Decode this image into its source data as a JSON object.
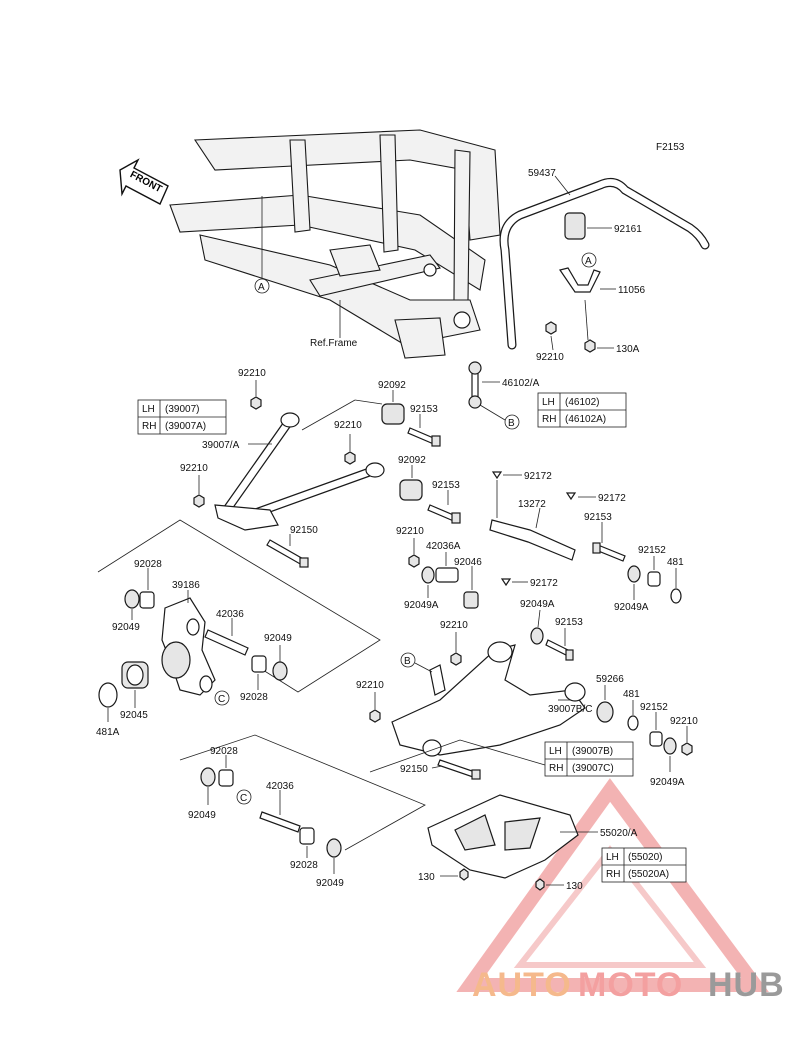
{
  "figure_code": "F2153",
  "front_label": "FRONT",
  "ref_frame_label": "Ref.Frame",
  "callouts": {
    "A": "A",
    "B": "B",
    "C": "C"
  },
  "part_labels": [
    {
      "id": "59437",
      "text": "59437"
    },
    {
      "id": "92161",
      "text": "92161"
    },
    {
      "id": "11056",
      "text": "11056"
    },
    {
      "id": "130A",
      "text": "130A"
    },
    {
      "id": "92210_sb",
      "text": "92210"
    },
    {
      "id": "46102A_link",
      "text": "46102/A"
    },
    {
      "id": "92210_a",
      "text": "92210"
    },
    {
      "id": "92092_a",
      "text": "92092"
    },
    {
      "id": "92153_a",
      "text": "92153"
    },
    {
      "id": "39007A_arm",
      "text": "39007/A"
    },
    {
      "id": "92210_b",
      "text": "92210"
    },
    {
      "id": "92092_b",
      "text": "92092"
    },
    {
      "id": "92210_c",
      "text": "92210"
    },
    {
      "id": "92153_b",
      "text": "92153"
    },
    {
      "id": "92172_a",
      "text": "92172"
    },
    {
      "id": "92172_b",
      "text": "92172"
    },
    {
      "id": "13272",
      "text": "13272"
    },
    {
      "id": "92150_a",
      "text": "92150"
    },
    {
      "id": "92153_c",
      "text": "92153"
    },
    {
      "id": "92210_d",
      "text": "92210"
    },
    {
      "id": "42036A",
      "text": "42036A"
    },
    {
      "id": "92046",
      "text": "92046"
    },
    {
      "id": "92152_a",
      "text": "92152"
    },
    {
      "id": "481_a",
      "text": "481"
    },
    {
      "id": "92049A_a",
      "text": "92049A"
    },
    {
      "id": "92172_c",
      "text": "92172"
    },
    {
      "id": "92049A_b",
      "text": "92049A"
    },
    {
      "id": "92049A_c",
      "text": "92049A"
    },
    {
      "id": "92153_d",
      "text": "92153"
    },
    {
      "id": "92210_e",
      "text": "92210"
    },
    {
      "id": "92028_a",
      "text": "92028"
    },
    {
      "id": "39186",
      "text": "39186"
    },
    {
      "id": "92049_a",
      "text": "92049"
    },
    {
      "id": "42036_a",
      "text": "42036"
    },
    {
      "id": "92049_b",
      "text": "92049"
    },
    {
      "id": "92028_b",
      "text": "92028"
    },
    {
      "id": "92045",
      "text": "92045"
    },
    {
      "id": "481A",
      "text": "481A"
    },
    {
      "id": "59266",
      "text": "59266"
    },
    {
      "id": "481_b",
      "text": "481"
    },
    {
      "id": "92152_b",
      "text": "92152"
    },
    {
      "id": "92210_f",
      "text": "92210"
    },
    {
      "id": "39007BC",
      "text": "39007B/C"
    },
    {
      "id": "92210_g",
      "text": "92210"
    },
    {
      "id": "92150_b",
      "text": "92150"
    },
    {
      "id": "92049A_d",
      "text": "92049A"
    },
    {
      "id": "92028_c",
      "text": "92028"
    },
    {
      "id": "42036_b",
      "text": "42036"
    },
    {
      "id": "92049_c",
      "text": "92049"
    },
    {
      "id": "92028_d",
      "text": "92028"
    },
    {
      "id": "92049_d",
      "text": "92049"
    },
    {
      "id": "55020A",
      "text": "55020/A"
    },
    {
      "id": "130_a",
      "text": "130"
    },
    {
      "id": "130_b",
      "text": "130"
    }
  ],
  "tables": {
    "upper_arm": [
      {
        "side": "LH",
        "part": "(39007)"
      },
      {
        "side": "RH",
        "part": "(39007A)"
      }
    ],
    "link": [
      {
        "side": "LH",
        "part": "(46102)"
      },
      {
        "side": "RH",
        "part": "(46102A)"
      }
    ],
    "lower_arm": [
      {
        "side": "LH",
        "part": "(39007B)"
      },
      {
        "side": "RH",
        "part": "(39007C)"
      }
    ],
    "guard": [
      {
        "side": "LH",
        "part": "(55020)"
      },
      {
        "side": "RH",
        "part": "(55020A)"
      }
    ]
  },
  "watermark": {
    "part1": "AUTO",
    "part2": "MOTO",
    "part3": "HUB",
    "color1": "#f5b98c",
    "color2": "#f3a0a0",
    "color3": "#9a9a9a",
    "triangle_color": "#f0a0a0"
  }
}
